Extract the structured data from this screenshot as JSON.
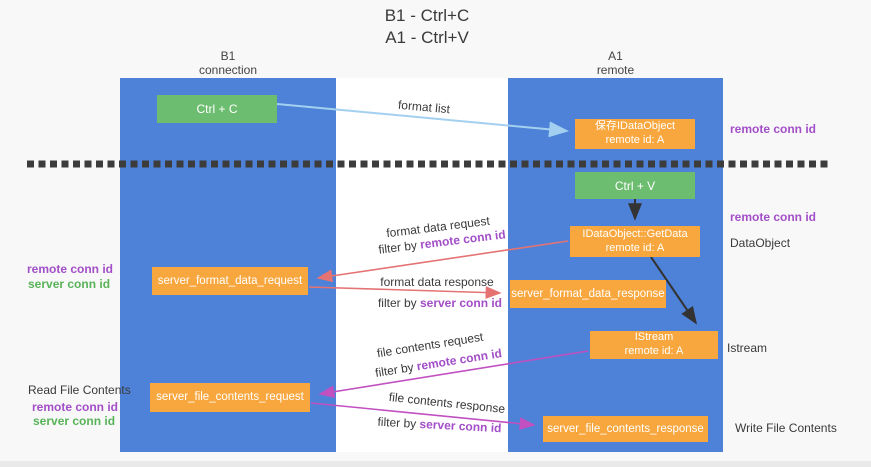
{
  "title": {
    "line1": "B1 - Ctrl+C",
    "line2": "A1 - Ctrl+V"
  },
  "lanes": {
    "b1": {
      "name": "B1",
      "subtitle": "connection"
    },
    "a1": {
      "name": "A1",
      "subtitle": "remote"
    }
  },
  "nodes": {
    "ctrl_c": {
      "label": "Ctrl + C"
    },
    "ctrl_v": {
      "label": "Ctrl + V"
    },
    "save_dataobject": {
      "line1": "保存IDataObject",
      "line2": "remote id: A"
    },
    "getdata": {
      "line1": "IDataObject::GetData",
      "line2": "remote id: A"
    },
    "istream": {
      "line1": "IStream",
      "line2": "remote id: A"
    },
    "server_format_data_request": {
      "label": "server_format_data_request"
    },
    "server_format_data_response": {
      "label": "server_format_data_response"
    },
    "server_file_contents_request": {
      "label": "server_file_contents_request"
    },
    "server_file_contents_response": {
      "label": "server_file_contents_response"
    }
  },
  "arrow_labels": {
    "format_list": "format list",
    "format_data_request": "format data request",
    "format_data_response": "format data response",
    "file_contents_request": "file contents request",
    "file_contents_response": "file contents response",
    "filter_by": "filter by ",
    "remote_conn_id": "remote conn id",
    "server_conn_id": "server conn id"
  },
  "side_labels": {
    "remote_conn_id": "remote conn id",
    "server_conn_id": "server conn id",
    "dataobject": "DataObject",
    "istream": "Istream",
    "read_file_contents": "Read File Contents",
    "write_file_contents": "Write File Contents"
  },
  "colors": {
    "lane_blue": "#4d82d8",
    "box_green": "#6dbd70",
    "box_orange": "#f8a73e",
    "label_purple": "#a24fc8",
    "label_green": "#58b358",
    "arrow_salmon": "#e57373",
    "arrow_magenta": "#c150c1",
    "arrow_light_blue": "#a3d0f0",
    "arrow_black": "#333333",
    "divider_dash": "#3c3c3c"
  }
}
